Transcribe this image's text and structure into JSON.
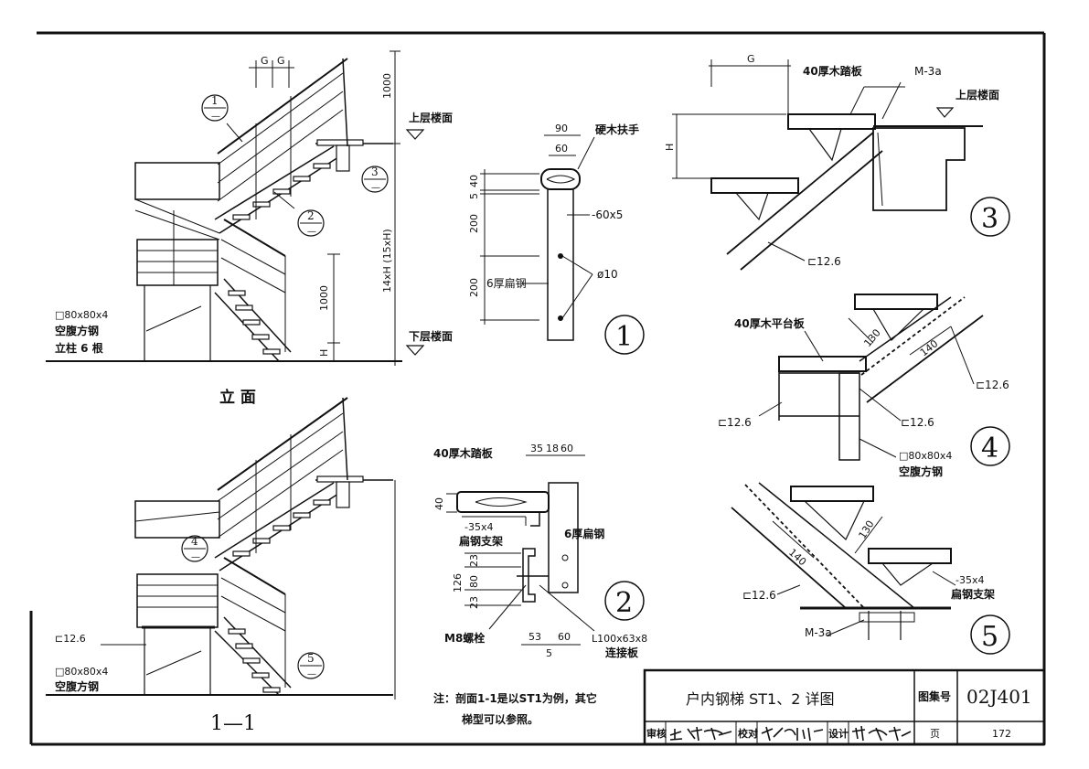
{
  "elevation": {
    "caption": "立 面",
    "labels": {
      "upper_floor": "上层楼面",
      "lower_floor": "下层楼面",
      "post_size": "□80x80x4",
      "post_type": "空腹方钢",
      "post_count": "立柱 6 根",
      "dim_1000_top": "1000",
      "dim_1000_rail": "1000",
      "dim_h": "H",
      "dim_total": "14xH (15xH)",
      "dim_g1": "G",
      "dim_g2": "G"
    },
    "callouts": [
      {
        "num": "1",
        "sheet": "—"
      },
      {
        "num": "2",
        "sheet": "—"
      },
      {
        "num": "3",
        "sheet": "—"
      }
    ]
  },
  "section": {
    "caption": "1—1",
    "labels": {
      "channel": "⊏12.6",
      "post_size": "□80x80x4",
      "post_type": "空腹方钢"
    },
    "callouts": [
      {
        "num": "4",
        "sheet": "—"
      },
      {
        "num": "5",
        "sheet": "—"
      }
    ]
  },
  "detail1": {
    "number": "1",
    "labels": {
      "handrail": "硬木扶手",
      "flat_bar": "-60x5",
      "flat_steel": "6厚扁钢",
      "rod": "ø10",
      "d90": "90",
      "d60": "60",
      "d40": "40",
      "d5": "5",
      "d200a": "200",
      "d200b": "200"
    }
  },
  "detail2": {
    "number": "2",
    "labels": {
      "tread": "40厚木踏板",
      "flat_bar": "-35x4",
      "bracket": "扁钢支架",
      "flat_steel": "6厚扁钢",
      "bolt": "M8螺栓",
      "angle": "L100x63x8",
      "connector": "连接板",
      "d35": "35",
      "d18": "18",
      "d60": "60",
      "d40": "40",
      "d126": "126",
      "d23a": "23",
      "d80": "80",
      "d23b": "23",
      "d53": "53",
      "d60b": "60",
      "d5": "5"
    }
  },
  "detail3": {
    "number": "3",
    "labels": {
      "g": "G",
      "tread": "40厚木踏板",
      "anchor": "M-3a",
      "upper_floor": "上层楼面",
      "h": "H",
      "channel": "⊏12.6"
    }
  },
  "detail4": {
    "number": "4",
    "labels": {
      "platform": "40厚木平台板",
      "d130": "130",
      "d140": "140",
      "channel_a": "⊏12.6",
      "channel_b": "⊏12.6",
      "channel_c": "⊏12.6",
      "post_size": "□80x80x4",
      "post_type": "空腹方钢"
    }
  },
  "detail5": {
    "number": "5",
    "labels": {
      "d140": "140",
      "d130": "130",
      "channel": "⊏12.6",
      "flat_bar": "-35x4",
      "bracket": "扁钢支架",
      "anchor": "M-3a"
    }
  },
  "note": {
    "line1": "注：剖面1-1是以ST1为例，其它",
    "line2": "梯型可以参照。"
  },
  "title_block": {
    "title": "户内钢梯 ST1、2 详图",
    "atlas_label": "图集号",
    "atlas_no": "02J401",
    "review_label": "审核",
    "check_label": "校对",
    "design_label": "设计",
    "page_label": "页",
    "page_no": "172"
  }
}
